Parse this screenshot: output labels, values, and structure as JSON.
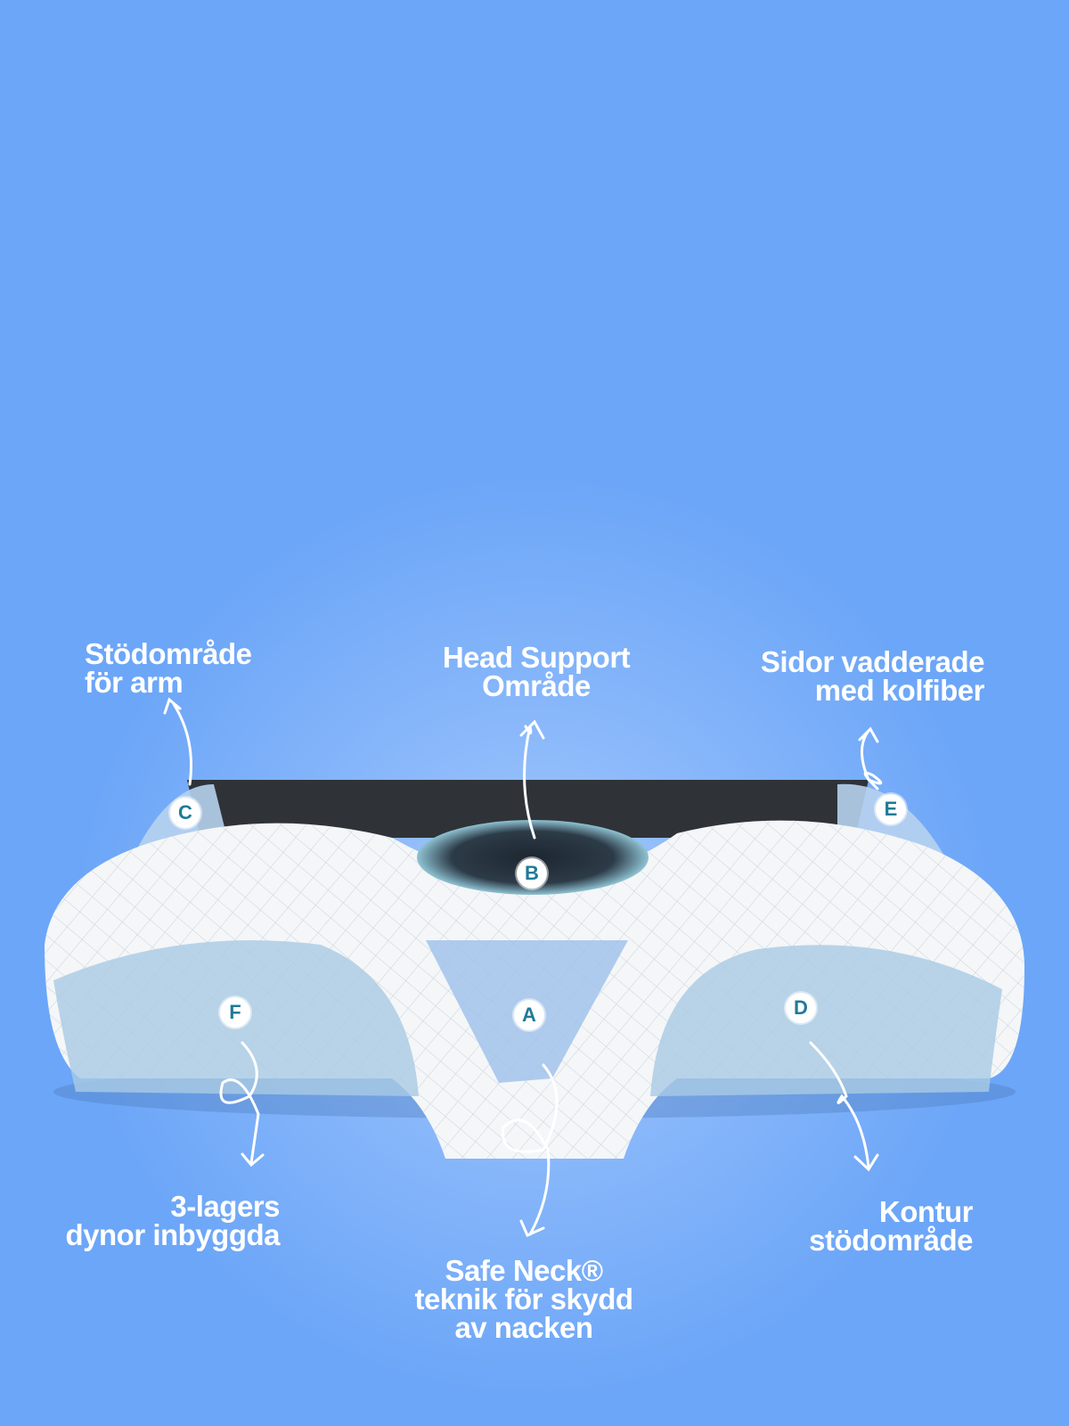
{
  "labels": {
    "arm": {
      "line1": "Stödområde",
      "line2": "för arm"
    },
    "head": {
      "line1": "Head Support",
      "line2": "Område"
    },
    "sides": {
      "line1": "Sidor vadderade",
      "line2": "med kolfiber"
    },
    "layers": {
      "line1": "3-lagers",
      "line2": "dynor inbyggda"
    },
    "neck": {
      "line1": "Safe Neck®",
      "line2": "teknik för skydd",
      "line3": "av nacken"
    },
    "contour": {
      "line1": "Kontur",
      "line2": "stödområde"
    }
  },
  "markers": {
    "a": "A",
    "b": "B",
    "c": "C",
    "d": "D",
    "e": "E",
    "f": "F"
  },
  "colors": {
    "background": "#6ca6f8",
    "marker_text": "#1f7a9a"
  }
}
